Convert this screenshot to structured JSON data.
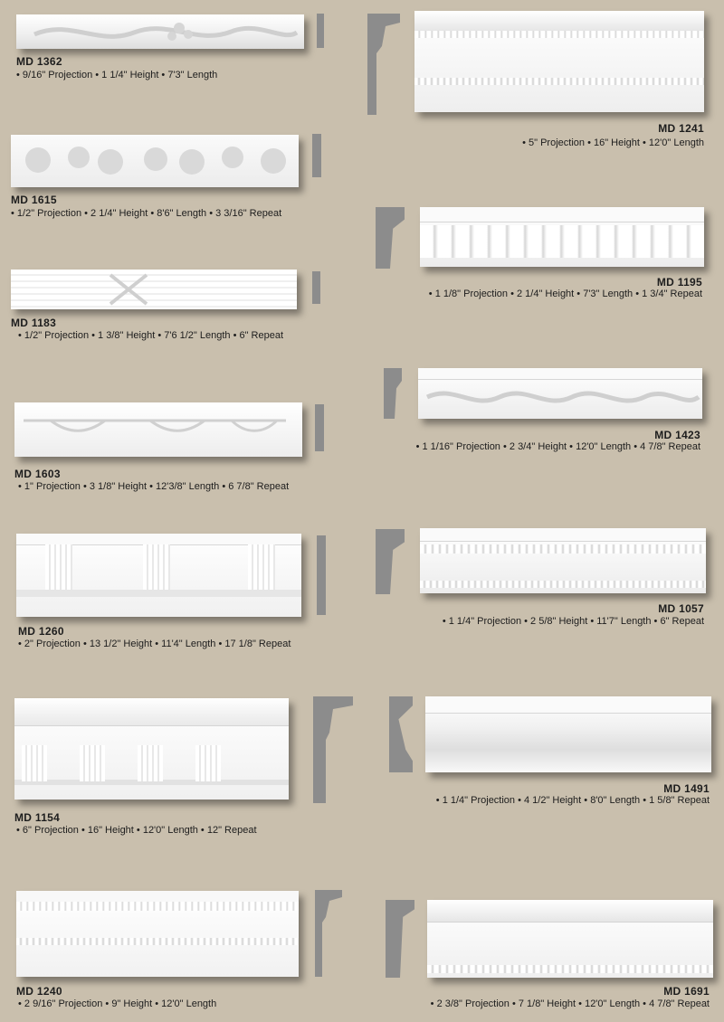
{
  "items": [
    {
      "model": "MD 1362",
      "specs": "• 9/16\" Projection • 1 1/4\" Height • 7'3\" Length"
    },
    {
      "model": "MD 1241",
      "specs": "• 5\" Projection •  16\" Height • 12'0\" Length"
    },
    {
      "model": "MD 1615",
      "specs": "• 1/2\" Projection • 2 1/4\" Height • 8'6\" Length • 3 3/16\" Repeat"
    },
    {
      "model": "MD 1195",
      "specs": "• 1 1/8\" Projection • 2 1/4\" Height • 7'3\" Length • 1 3/4\" Repeat"
    },
    {
      "model": "MD 1183",
      "specs": "• 1/2\" Projection • 1 3/8\" Height • 7'6 1/2\" Length • 6\" Repeat"
    },
    {
      "model": "MD 1423",
      "specs": "• 1 1/16\" Projection • 2 3/4\" Height • 12'0\" Length • 4 7/8\" Repeat"
    },
    {
      "model": "MD 1603",
      "specs": "• 1\" Projection • 3 1/8\" Height • 12'3/8\" Length • 6 7/8\" Repeat"
    },
    {
      "model": "MD 1057",
      "specs": "• 1 1/4\" Projection • 2 5/8\" Height • 11'7\" Length • 6\" Repeat"
    },
    {
      "model": "MD 1260",
      "specs": "• 2\" Projection • 13 1/2\" Height • 11'4\" Length • 17 1/8\" Repeat"
    },
    {
      "model": "MD 1491",
      "specs": "• 1 1/4\" Projection • 4 1/2\" Height • 8'0\" Length • 1 5/8\" Repeat"
    },
    {
      "model": "MD 1154",
      "specs": "• 6\" Projection • 16\" Height • 12'0\" Length • 12\" Repeat"
    },
    {
      "model": "MD 1240",
      "specs": "• 2 9/16\" Projection •  9\" Height • 12'0\" Length"
    },
    {
      "model": "MD 1691",
      "specs": "• 2 3/8\" Projection •  7 1/8\" Height • 12'0\" Length • 4 7/8\" Repeat"
    }
  ]
}
